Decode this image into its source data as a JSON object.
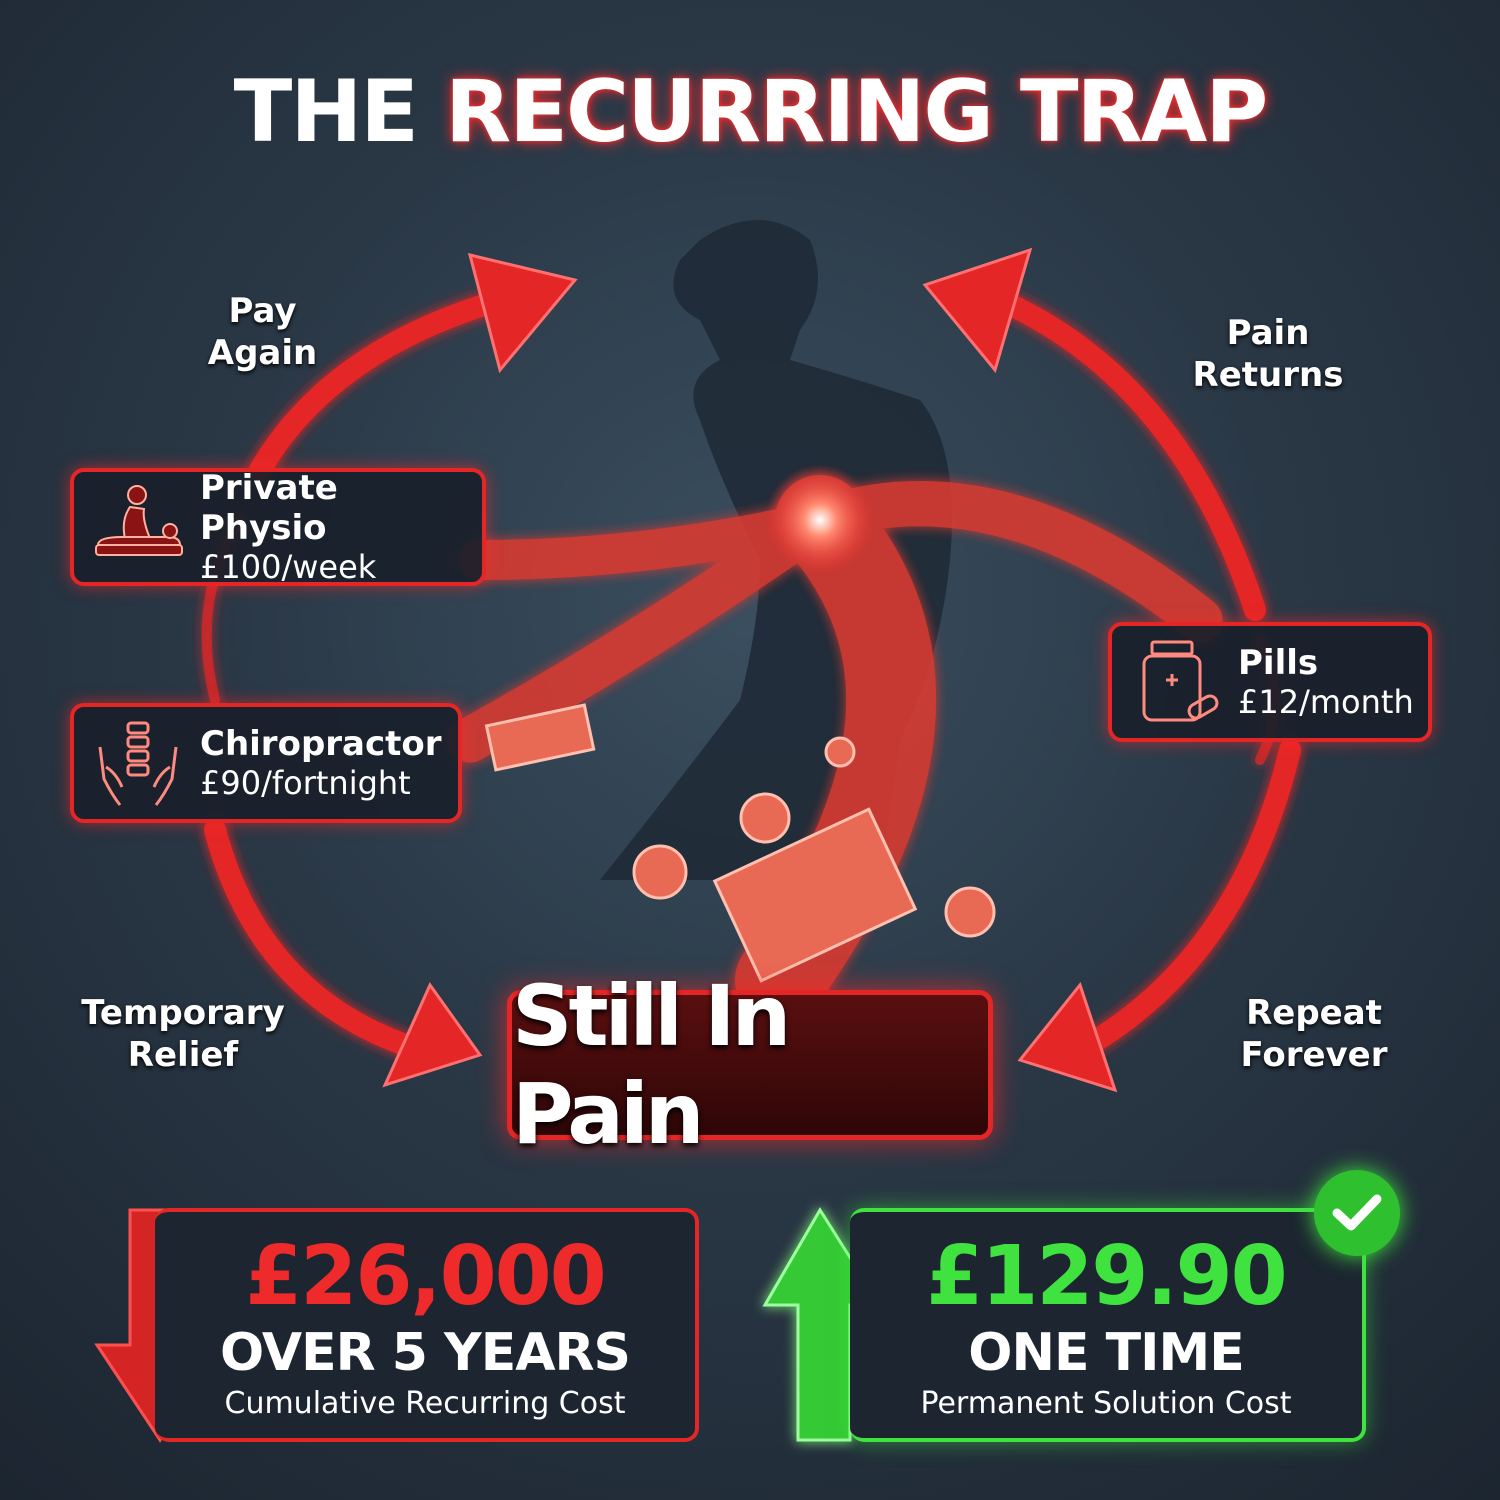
{
  "title": {
    "part1": "THE ",
    "part2": "RECURRING TRAP"
  },
  "cycle_labels": {
    "pay_again": [
      "Pay",
      "Again"
    ],
    "pain_returns": [
      "Pain",
      "Returns"
    ],
    "temporary_relief": [
      "Temporary",
      "Relief"
    ],
    "repeat_forever": [
      "Repeat",
      "Forever"
    ]
  },
  "treatments": [
    {
      "name": "Private Physio",
      "cost": "£100/week",
      "icon": "massage-icon"
    },
    {
      "name": "Chiropractor",
      "cost": "£90/fortnight",
      "icon": "spine-hands-icon"
    },
    {
      "name": "Pills",
      "cost": "£12/month",
      "icon": "pill-bottle-icon"
    }
  ],
  "center_label": "Still In Pain",
  "recurring": {
    "amount": "£26,000",
    "period": "OVER 5 YEARS",
    "caption": "Cumulative Recurring Cost"
  },
  "solution": {
    "amount": "£129.90",
    "period": "ONE TIME",
    "caption": "Permanent Solution Cost"
  },
  "colors": {
    "red": "#e52626",
    "green": "#3fe23f",
    "bg": "#2a3846"
  }
}
